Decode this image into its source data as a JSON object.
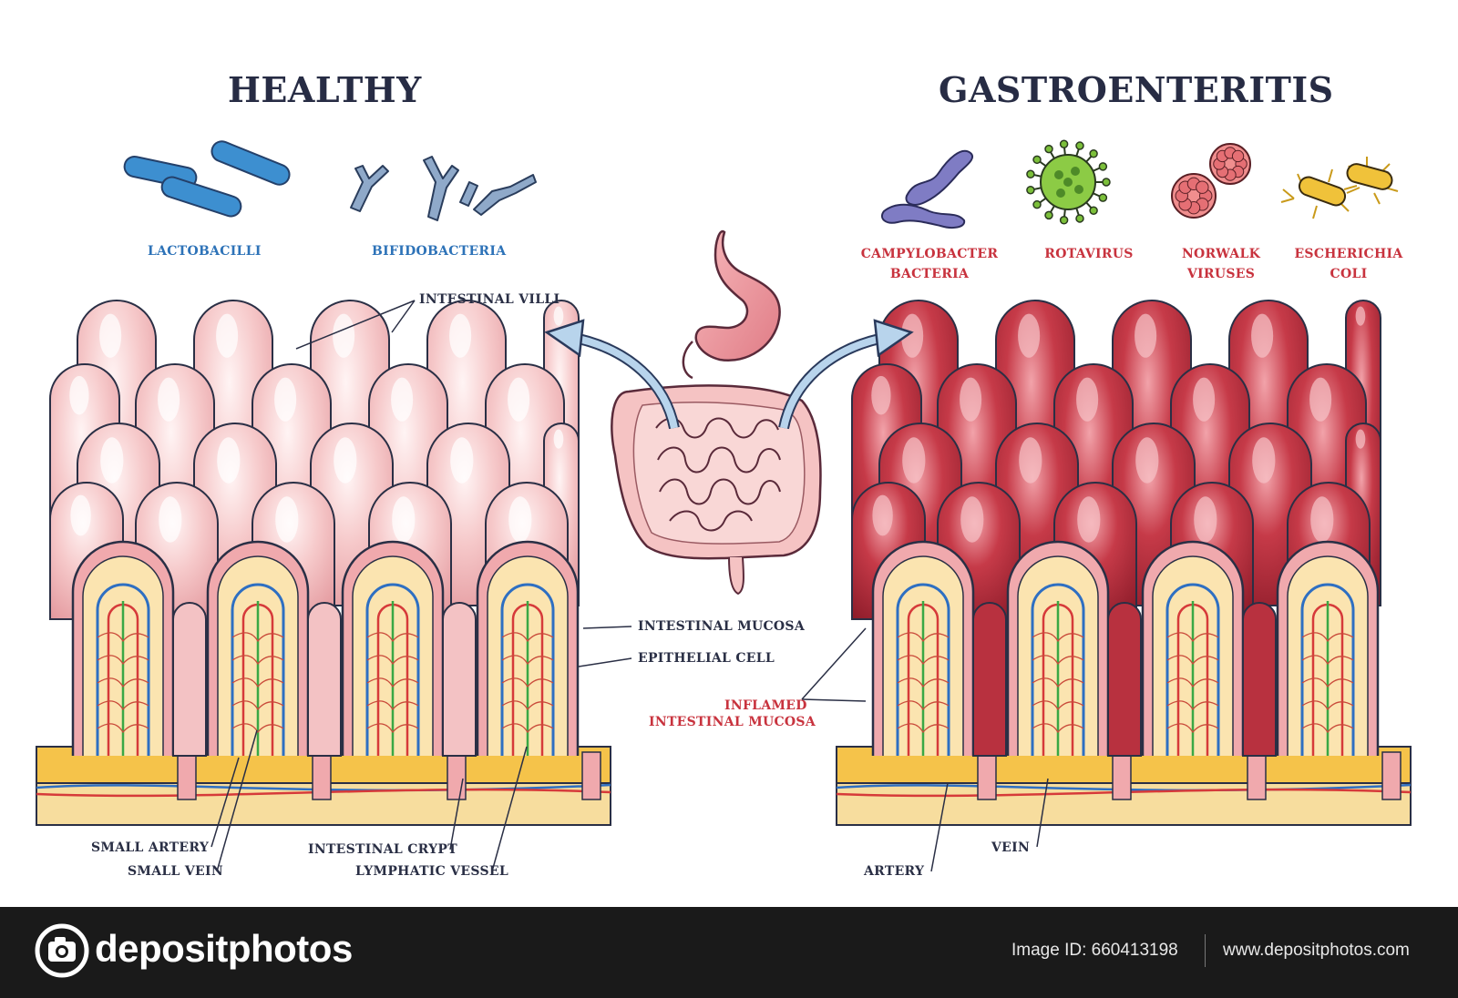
{
  "titles": {
    "healthy": "HEALTHY",
    "disease": "GASTROENTERITIS"
  },
  "healthy_bacteria": [
    {
      "label": "LACTOBACILLI",
      "icon": "lactobacilli-icon",
      "color": "#2e73b8"
    },
    {
      "label": "BIFIDOBACTERIA",
      "icon": "bifidobacteria-icon",
      "color": "#2e73b8"
    }
  ],
  "pathogens": [
    {
      "label_line1": "CAMPYLOBACTER",
      "label_line2": "BACTERIA",
      "icon": "campylobacter-icon"
    },
    {
      "label_line1": "ROTAVIRUS",
      "label_line2": "",
      "icon": "rotavirus-icon"
    },
    {
      "label_line1": "NORWALK",
      "label_line2": "VIRUSES",
      "icon": "norwalk-virus-icon"
    },
    {
      "label_line1": "ESCHERICHIA",
      "label_line2": "COLI",
      "icon": "e-coli-icon"
    }
  ],
  "labels": {
    "intestinal_villi": "INTESTINAL VILLI",
    "intestinal_mucosa": "INTESTINAL MUCOSA",
    "epithelial_cell": "EPITHELIAL CELL",
    "inflamed_line1": "INFLAMED",
    "inflamed_line2": "INTESTINAL MUCOSA",
    "small_artery": "SMALL ARTERY",
    "small_vein": "SMALL VEIN",
    "intestinal_crypt": "INTESTINAL CRYPT",
    "lymphatic_vessel": "LYMPHATIC VESSEL",
    "artery": "ARTERY",
    "vein": "VEIN"
  },
  "colors": {
    "healthy_villi": "#f3c2c4",
    "inflamed_villi": "#b8313f",
    "label_blue": "#2e73b8",
    "label_red": "#c8333e",
    "title_dark": "#272c44"
  },
  "footer": {
    "brand": "depositphotos",
    "image_id": "Image ID: 660413198",
    "site": "www.depositphotos.com"
  }
}
